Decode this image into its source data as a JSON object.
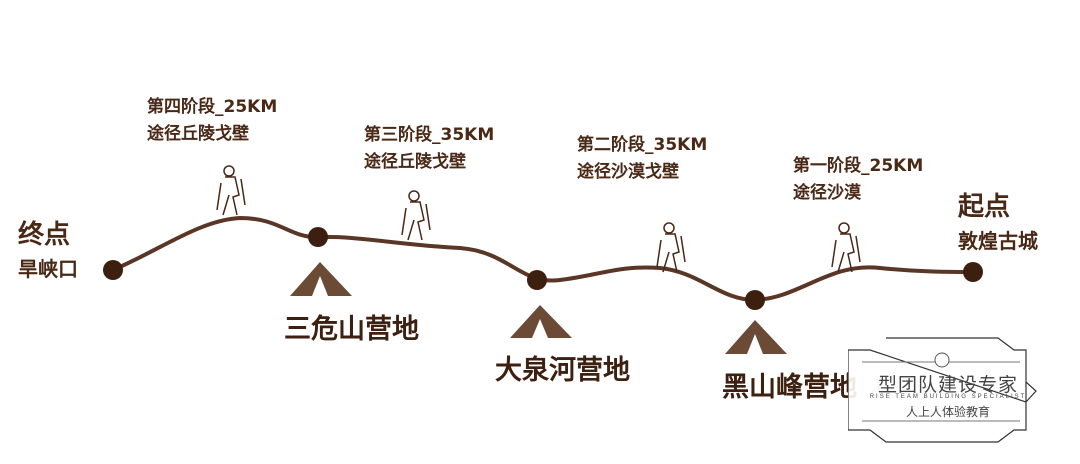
{
  "color": "#4a2816",
  "endpoint": {
    "title": "终点",
    "place": "旱峡口"
  },
  "start": {
    "title": "起点",
    "place": "敦煌古城"
  },
  "stages": [
    {
      "label": "第四阶段_25KM",
      "route": "途径丘陵戈壁"
    },
    {
      "label": "第三阶段_35KM",
      "route": "途径丘陵戈壁"
    },
    {
      "label": "第二阶段_35KM",
      "route": "途径沙漠戈壁"
    },
    {
      "label": "第一阶段_25KM",
      "route": "途径沙漠"
    }
  ],
  "camps": [
    "三危山营地",
    "大泉河营地",
    "黑山峰营地"
  ],
  "watermark": {
    "title": "型团队建设专家",
    "english": "RISE TEAM BUILDING SPECIALIST",
    "sub": "人上人体验教育"
  }
}
